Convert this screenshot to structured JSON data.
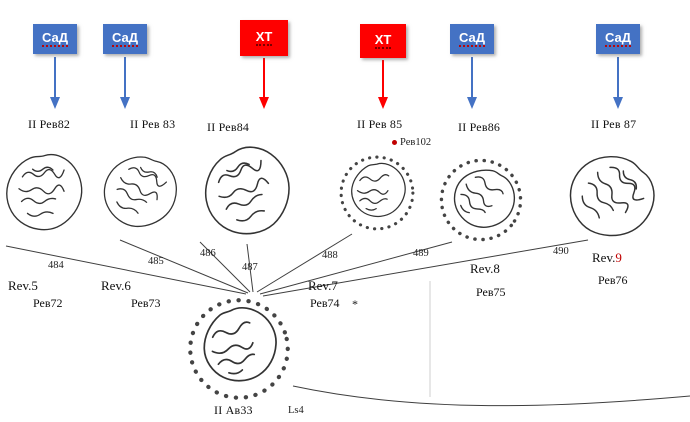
{
  "colors": {
    "blue": "#4472c4",
    "red": "#fe0000",
    "accent_red": "#c00000",
    "line": "#3f3f3f"
  },
  "boxes": [
    {
      "label": "СаД"
    },
    {
      "label": "СаД"
    },
    {
      "label": "ХТ"
    },
    {
      "label": "ХТ"
    },
    {
      "label": "СаД"
    },
    {
      "label": "СаД"
    }
  ],
  "die_labels": [
    "II Рев82",
    "II Рев 83",
    "II Рев84",
    "II Рев 85",
    "II Рев86",
    "II Рев 87"
  ],
  "side_note": "Рев102",
  "links": [
    "484",
    "485",
    "486",
    "487",
    "488",
    "489",
    "490"
  ],
  "groups": [
    {
      "rev": "Rev.5",
      "sub": "Рев72"
    },
    {
      "rev": "Rev.6",
      "sub": "Рев73"
    },
    {
      "rev": "Rev.7",
      "sub": "Рев74",
      "mark": "*"
    },
    {
      "rev": "Rev.8",
      "sub": "Рев75"
    },
    {
      "rev": "Rev.",
      "num": "9",
      "sub": "Рев76"
    }
  ],
  "bottom": {
    "coin_label": "II Ав33",
    "ls_label": "Ls4"
  }
}
